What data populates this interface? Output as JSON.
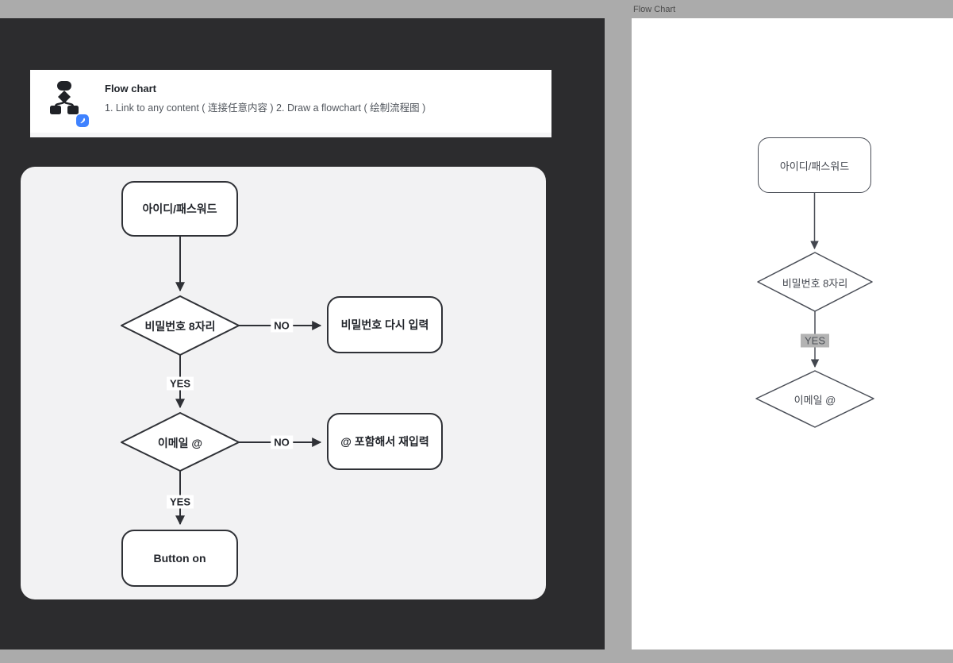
{
  "colors": {
    "page_bg": "#ababab",
    "dark_panel_bg": "#2c2c2e",
    "diagram_frame_bg": "#f2f2f3",
    "node_stroke": "#2f3136",
    "canvas_stroke": "#4a4e57",
    "badge_blue": "#3f82ff",
    "yes_highlight_bg": "#b3b3b3"
  },
  "embed_card": {
    "title": "Flow chart",
    "description": "1. Link to any content ( 连接任意内容 ) 2. Draw a flowchart ( 绘制流程图 )",
    "icon": "flowchart-glyph",
    "badge_icon": "pen-link-badge"
  },
  "diagram": {
    "nodes": {
      "start": {
        "type": "rounded-rect",
        "label": "아이디/패스워드"
      },
      "check_password": {
        "type": "diamond",
        "label": "비밀번호 8자리"
      },
      "retry_password": {
        "type": "rounded-rect",
        "label": "비밀번호 다시 입력"
      },
      "check_email": {
        "type": "diamond",
        "label": "이메일 @"
      },
      "retry_email": {
        "type": "rounded-rect",
        "label": "@ 포함해서 재입력"
      },
      "end": {
        "type": "rounded-rect",
        "label": "Button on"
      }
    },
    "edge_labels": {
      "no_password": "NO",
      "yes_password": "YES",
      "no_email": "NO",
      "yes_email": "YES"
    }
  },
  "canvas": {
    "title": "Flow Chart",
    "nodes": {
      "start": {
        "type": "rounded-rect",
        "label": "아이디/패스워드"
      },
      "check_password": {
        "type": "diamond",
        "label": "비밀번호 8자리"
      },
      "yes_label": {
        "type": "text-highlight",
        "label": "YES"
      },
      "check_email": {
        "type": "diamond",
        "label": "이메일 @"
      }
    }
  }
}
